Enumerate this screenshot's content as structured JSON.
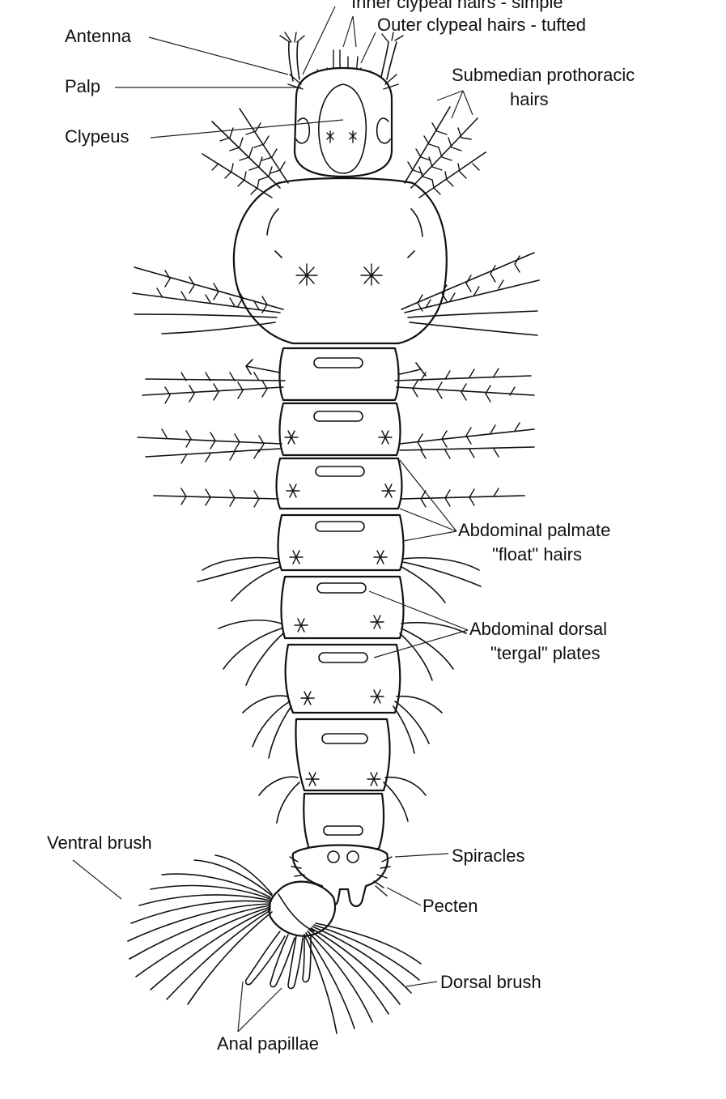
{
  "labels": {
    "inner_clypeal": "Inner clypeal hairs - simple",
    "outer_clypeal": "Outer clypeal hairs - tufted",
    "antenna": "Antenna",
    "palp": "Palp",
    "clypeus": "Clypeus",
    "submedian_1": "Submedian prothoracic",
    "submedian_2": "hairs",
    "palmate_1": "Abdominal palmate",
    "palmate_2": "\"float\" hairs",
    "tergal_1": "Abdominal dorsal",
    "tergal_2": "\"tergal\" plates",
    "ventral_brush": "Ventral brush",
    "spiracles": "Spiracles",
    "pecten": "Pecten",
    "dorsal_brush": "Dorsal brush",
    "anal_papillae": "Anal papillae"
  },
  "colors": {
    "ink": "#111111",
    "background": "#ffffff"
  }
}
